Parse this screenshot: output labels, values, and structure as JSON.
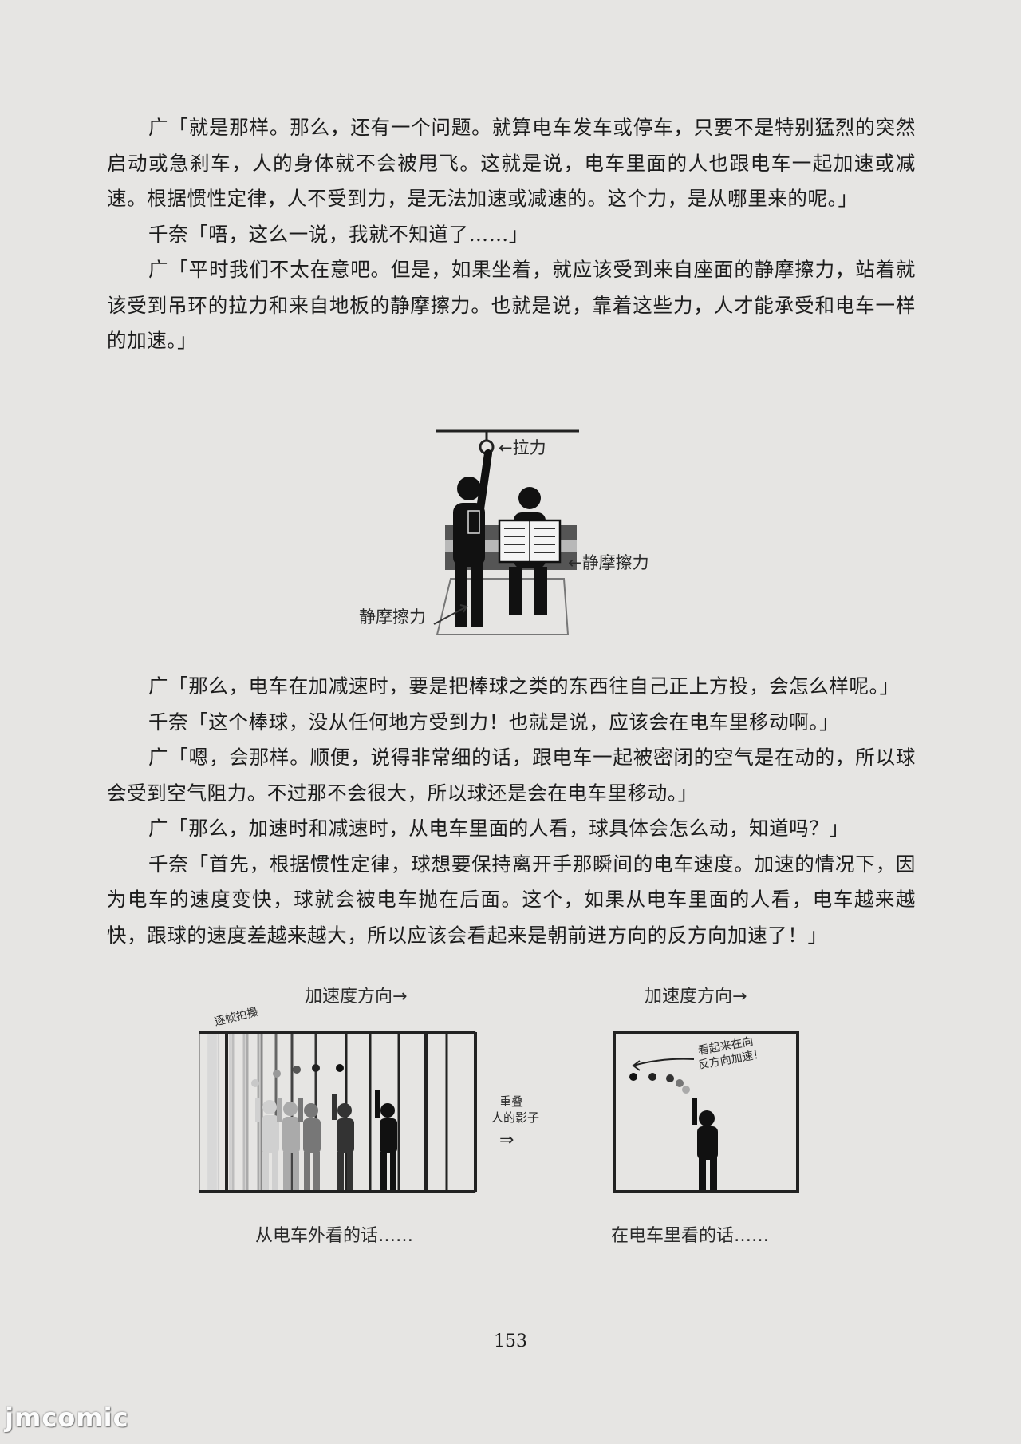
{
  "paragraphs_top": [
    "广「就是那样。那么，还有一个问题。就算电车发车或停车，只要不是特别猛烈的突然启动或急刹车，人的身体就不会被甩飞。这就是说，电车里面的人也跟电车一起加速或减速。根据惯性定律，人不受到力，是无法加速或减速的。这个力，是从哪里来的呢。」",
    "千奈「唔，这么一说，我就不知道了……」",
    "广「平时我们不太在意吧。但是，如果坐着，就应该受到来自座面的静摩擦力，站着就该受到吊环的拉力和来自地板的静摩擦力。也就是说，靠着这些力，人才能承受和电车一样的加速。」"
  ],
  "figure1": {
    "label_pull": "←拉力",
    "label_seat_friction": "←静摩擦力",
    "label_floor_friction": "静摩擦力"
  },
  "paragraphs_bottom": [
    "广「那么，电车在加减速时，要是把棒球之类的东西往自己正上方投，会怎么样呢。」",
    "千奈「这个棒球，没从任何地方受到力！也就是说，应该会在电车里移动啊。」",
    "广「嗯，会那样。顺便，说得非常细的话，跟电车一起被密闭的空气是在动的，所以球会受到空气阻力。不过那不会很大，所以球还是会在电车里移动。」",
    "广「那么，加速时和减速时，从电车里面的人看，球具体会怎么动，知道吗？」",
    "千奈「首先，根据惯性定律，球想要保持离开手那瞬间的电车速度。加速的情况下，因为电车的速度变快，球就会被电车抛在后面。这个，如果从电车里面的人看，电车越来越快，跟球的速度差越来越大，所以应该会看起来是朝前进方向的反方向加速了！」"
  ],
  "figure2": {
    "left_accel_label": "加速度方向→",
    "frame_label": "逐帧拍摄",
    "left_caption": "从电车外看的话……",
    "overlay_label_line1": "重叠",
    "overlay_label_line2": "人的影子",
    "overlay_arrow": "⇒",
    "right_accel_label": "加速度方向→",
    "right_note_line1": "看起来在向",
    "right_note_line2": "反方向加速！",
    "right_caption": "在电车里看的话……"
  },
  "page_number": "153",
  "watermark": "jmcomic"
}
